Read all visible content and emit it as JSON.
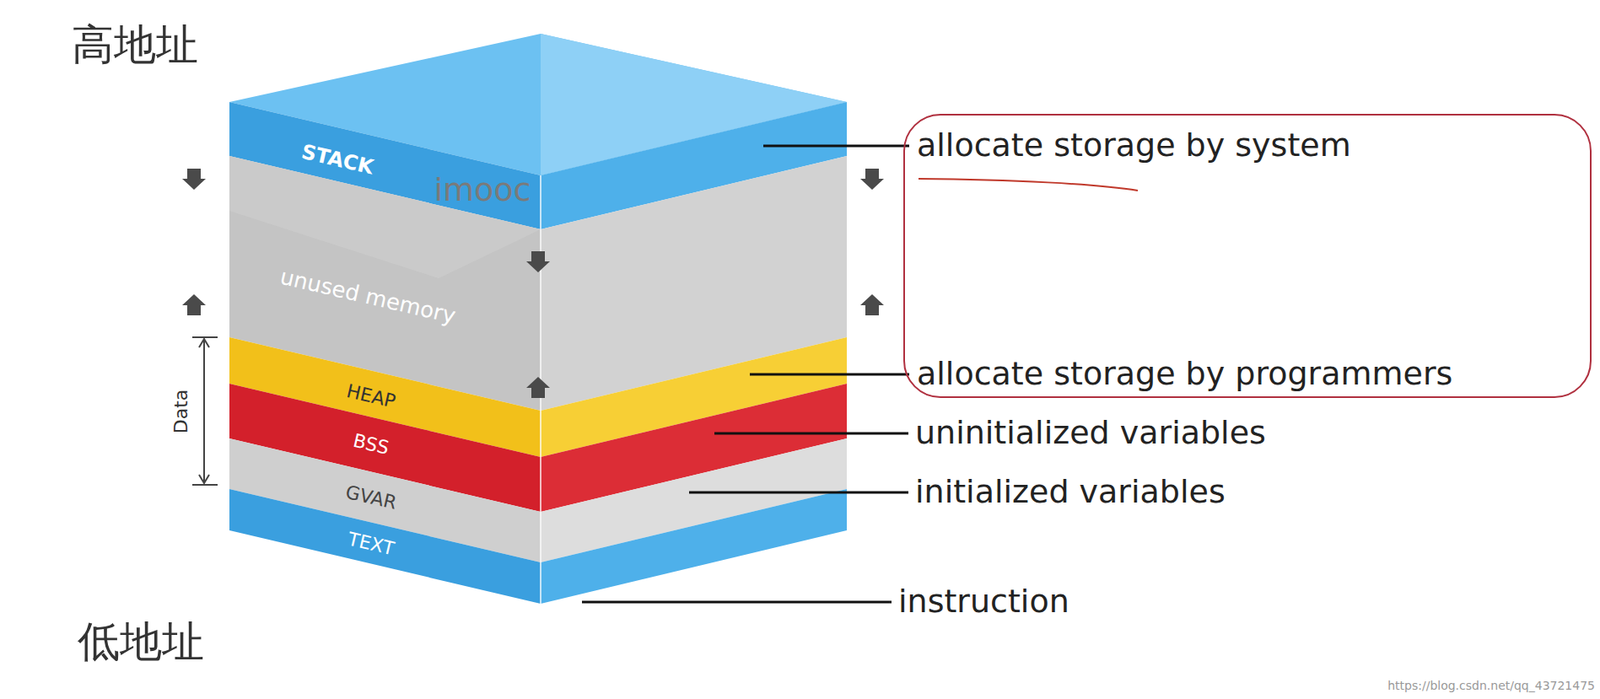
{
  "diagram": {
    "nodes": [
      {
        "text": [
          "allocate storage by system",
          "allocate storage by programmers"
        ]
      }
    ],
    "labels": [
      "高地址",
      "低地址",
      "STACK",
      "imooc",
      "unused memory",
      "Data",
      "HEAP",
      "BSS",
      "GVAR",
      "TEXT",
      "uninitialized variables",
      "initialized variables",
      "instruction",
      "https://blog.csdn.net/qq_43721475"
    ]
  }
}
